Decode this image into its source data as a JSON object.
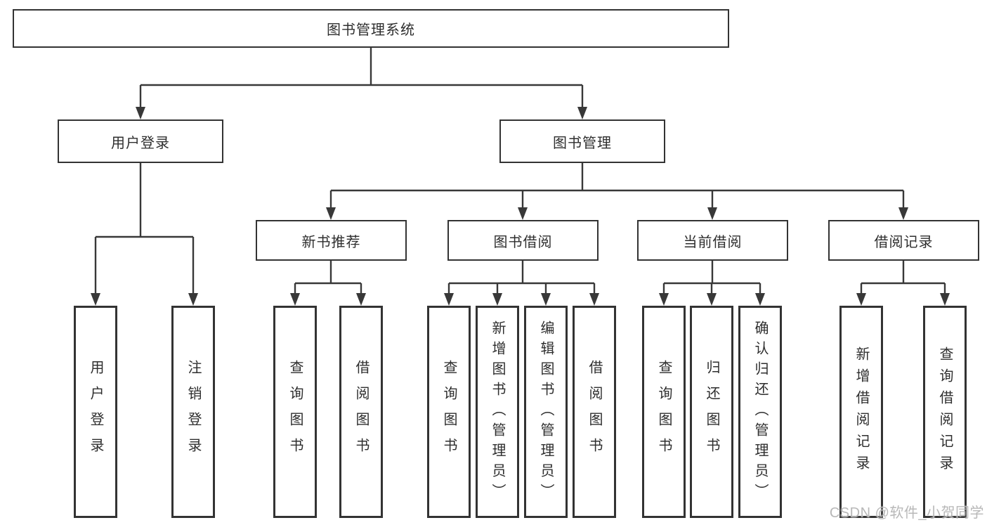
{
  "diagram": {
    "title": "图书管理系统",
    "type": "hierarchy-tree",
    "tree": {
      "root": {
        "label": "图书管理系统"
      },
      "level2": [
        {
          "label": "用户登录"
        },
        {
          "label": "图书管理"
        }
      ],
      "level3": [
        {
          "label": "新书推荐",
          "parent": "图书管理"
        },
        {
          "label": "图书借阅",
          "parent": "图书管理"
        },
        {
          "label": "当前借阅",
          "parent": "图书管理"
        },
        {
          "label": "借阅记录",
          "parent": "图书管理"
        }
      ],
      "leaves": [
        {
          "label": "用户登录",
          "parent": "用户登录"
        },
        {
          "label": "注销登录",
          "parent": "用户登录"
        },
        {
          "label": "查询图书",
          "parent": "新书推荐"
        },
        {
          "label": "借阅图书",
          "parent": "新书推荐"
        },
        {
          "label": "查询图书",
          "parent": "图书借阅"
        },
        {
          "label": "新增图书（管理员）",
          "parent": "图书借阅"
        },
        {
          "label": "编辑图书（管理员）",
          "parent": "图书借阅"
        },
        {
          "label": "借阅图书",
          "parent": "图书借阅"
        },
        {
          "label": "查询图书",
          "parent": "当前借阅"
        },
        {
          "label": "归还图书",
          "parent": "当前借阅"
        },
        {
          "label": "确认归还（管理员）",
          "parent": "当前借阅"
        },
        {
          "label": "新增借阅记录",
          "parent": "借阅记录"
        },
        {
          "label": "查询借阅记录",
          "parent": "借阅记录"
        }
      ]
    }
  },
  "watermark": {
    "text": "CSDN @软件_小贺同学"
  },
  "colors": {
    "background": "#ffffff",
    "box_border": "#333333",
    "line": "#383838",
    "text": "#2e2e2e",
    "watermark": "#b2b2b2"
  }
}
